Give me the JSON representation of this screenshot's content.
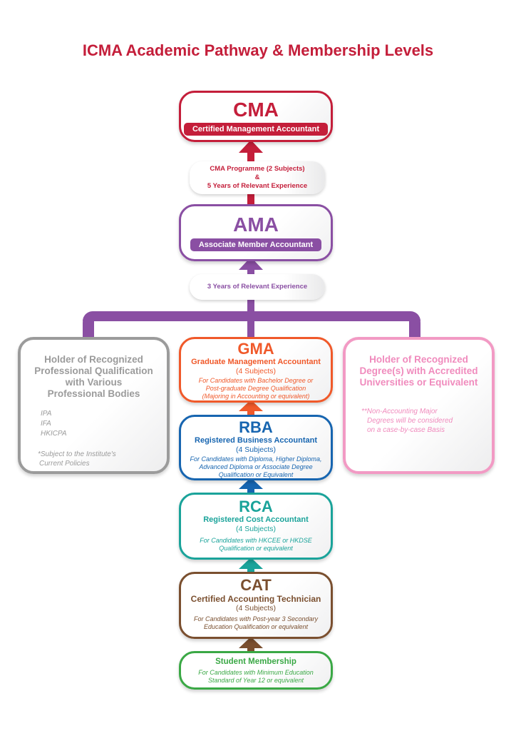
{
  "title": "ICMA Academic Pathway & Membership Levels",
  "colors": {
    "title": "#c41e3a",
    "cma": "#c41e3a",
    "ama": "#8a4fa3",
    "gma": "#f0592a",
    "rba": "#1765b0",
    "rca": "#1aa39a",
    "cat": "#7a4f2f",
    "student": "#3aa845",
    "side_left": "#9b9b9b",
    "side_right": "#f29ac4"
  },
  "cma": {
    "abbr": "CMA",
    "name": "Certified Management Accountant"
  },
  "cma_req": {
    "line1": "CMA Programme (2 Subjects)",
    "line2": "&",
    "line3": "5 Years of Relevant Experience"
  },
  "ama": {
    "abbr": "AMA",
    "name": "Associate Member Accountant"
  },
  "ama_req": {
    "line1": "3 Years of Relevant Experience"
  },
  "gma": {
    "abbr": "GMA",
    "name": "Graduate Management Accountant",
    "subjects": "(4 Subjects)",
    "desc1": "For Candidates with Bachelor Degree or",
    "desc2": "Post-graduate Degree Qualification",
    "desc3": "(Majoring in Accounting or equivalent)"
  },
  "rba": {
    "abbr": "RBA",
    "name": "Registered Business Accountant",
    "subjects": "(4 Subjects)",
    "desc1": "For Candidates with Diploma, Higher Diploma,",
    "desc2": "Advanced Diploma or Associate Degree",
    "desc3": "Qualification or Equivalent"
  },
  "rca": {
    "abbr": "RCA",
    "name": "Registered Cost Accountant",
    "subjects": "(4 Subjects)",
    "desc1": "For Candidates with HKCEE or HKDSE",
    "desc2": "Qualification or equivalent"
  },
  "cat": {
    "abbr": "CAT",
    "name": "Certified Accounting Technician",
    "subjects": "(4 Subjects)",
    "desc1": "For Candidates with Post-year 3 Secondary",
    "desc2": "Education Qualification or equivalent"
  },
  "student": {
    "name": "Student Membership",
    "desc1": "For Candidates with Minimum Education",
    "desc2": "Standard of Year 12 or equivalent"
  },
  "left_box": {
    "title1": "Holder of Recognized",
    "title2": "Professional Qualification",
    "title3": "with Various",
    "title4": "Professional Bodies",
    "items": [
      "IPA",
      "IFA",
      "HKICPA"
    ],
    "note1": "*Subject to the Institute's",
    "note2": "Current Policies"
  },
  "right_box": {
    "title1": "Holder of Recognized",
    "title2": "Degree(s) with Accredited",
    "title3": "Universities or Equivalent",
    "note1": "**Non-Accounting Major",
    "note2": "Degrees will be considered",
    "note3": "on a case-by-case Basis"
  }
}
